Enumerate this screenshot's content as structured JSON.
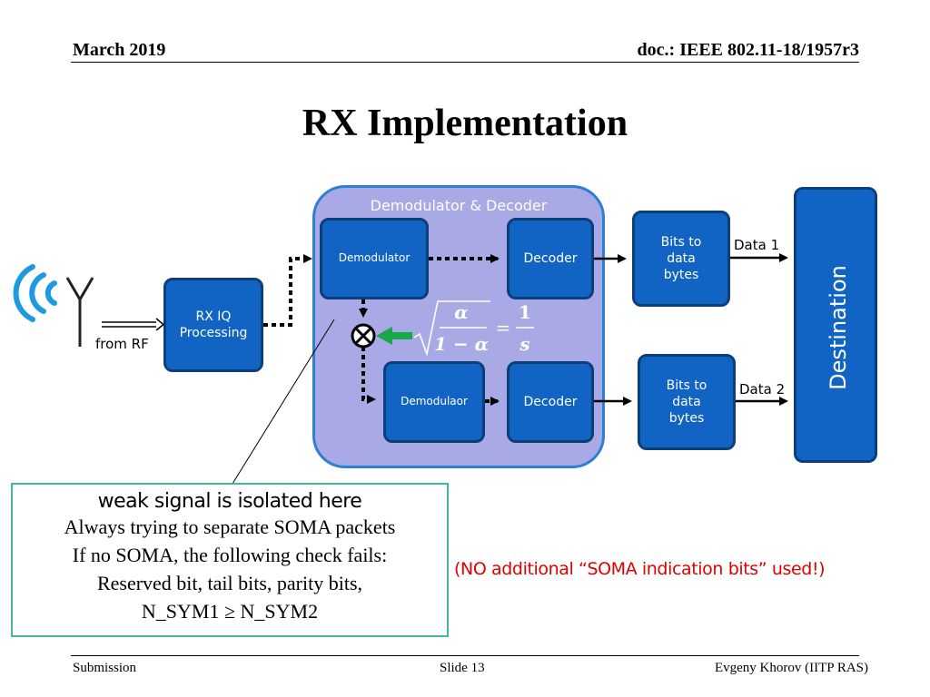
{
  "header": {
    "date": "March 2019",
    "doc": "doc.: IEEE 802.11-18/1957r3"
  },
  "title": "RX Implementation",
  "diagram": {
    "container_label": "Demodulator & Decoder",
    "rx_iq": "RX IQ\nProcessing",
    "from_rf": "from RF",
    "demod1": "Demodulator",
    "decoder1": "Decoder",
    "demod2": "Demodulaor",
    "decoder2": "Decoder",
    "bits1": "Bits to\ndata\nbytes",
    "bits2": "Bits to\ndata\nbytes",
    "data1": "Data 1",
    "data2": "Data 2",
    "destination": "Destination",
    "formula": {
      "alpha": "α",
      "one_minus_alpha": "1 − α",
      "one": "1",
      "s": "s",
      "equals": "="
    }
  },
  "note": {
    "heading": "weak signal is isolated here",
    "lines": [
      "Always trying to separate SOMA packets",
      "If no SOMA, the following check fails:",
      "Reserved bit, tail bits, parity bits,",
      "N_SYM1 ≥ N_SYM2"
    ]
  },
  "soma_note": "(NO additional “SOMA indication bits” used!)",
  "footer": {
    "left": "Submission",
    "center": "Slide 13",
    "right": "Evgeny Khorov (IITP RAS)"
  },
  "colors": {
    "block": "#1164c4",
    "container": "#a9a9e6",
    "note_border": "#3fb99a",
    "alert": "#e00000",
    "antenna": "#1e9be0",
    "arrow_green": "#19a74a"
  }
}
